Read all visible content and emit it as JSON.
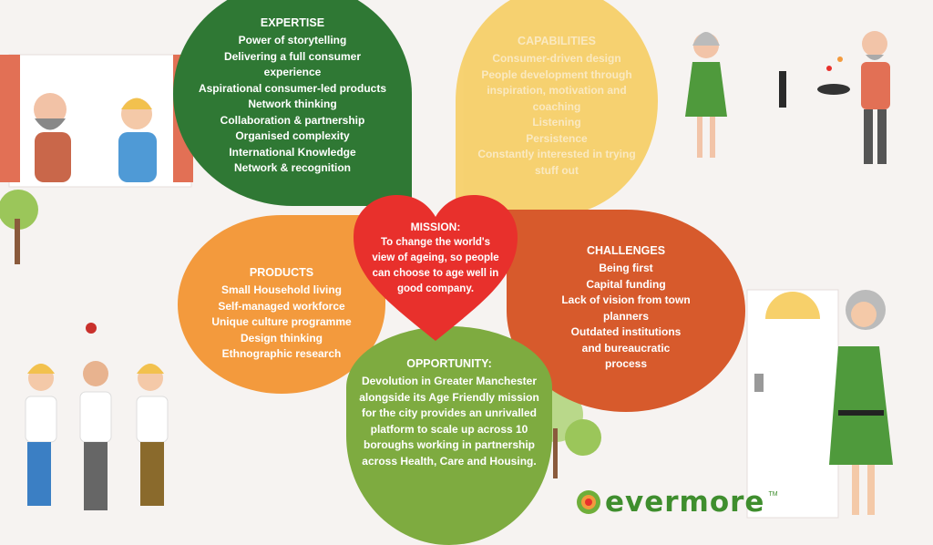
{
  "expertise": {
    "title": "EXPERTISE",
    "items": [
      "Power of storytelling",
      "Delivering a full consumer experience",
      "Aspirational consumer-led products",
      "Network thinking",
      "Collaboration & partnership",
      "Organised complexity",
      "International Knowledge",
      "Network & recognition"
    ]
  },
  "capabilities": {
    "title": "CAPABILITIES",
    "items": [
      "Consumer-driven design",
      "People development through inspiration, motivation and coaching",
      "Listening",
      "Persistence",
      "Constantly interested in trying stuff out"
    ]
  },
  "products": {
    "title": "PRODUCTS",
    "items": [
      "Small Household living",
      "Self-managed workforce",
      "Unique culture programme",
      "Design thinking",
      "Ethnographic research"
    ]
  },
  "challenges": {
    "title": "CHALLENGES",
    "items": [
      "Being first",
      "Capital funding",
      "Lack of vision from town planners",
      "Outdated institutions and bureaucratic process"
    ]
  },
  "opportunity": {
    "title": "OPPORTUNITY:",
    "text": "Devolution in Greater Manchester alongside its Age Friendly mission for the city provides an unrivalled platform to scale up across 10 boroughs working in partnership across Health, Care and Housing."
  },
  "mission": {
    "title": "MISSION:",
    "text": "To change the world's view of ageing, so people can choose to age well in good company."
  },
  "logo": {
    "word": "evermore",
    "tm": "TM"
  },
  "colors": {
    "expertise": "#2f7834",
    "capabilities": "#f7d06a",
    "products": "#f39a3d",
    "challenges": "#d75a2c",
    "opportunity": "#7eab40",
    "mission": "#e8302c"
  }
}
